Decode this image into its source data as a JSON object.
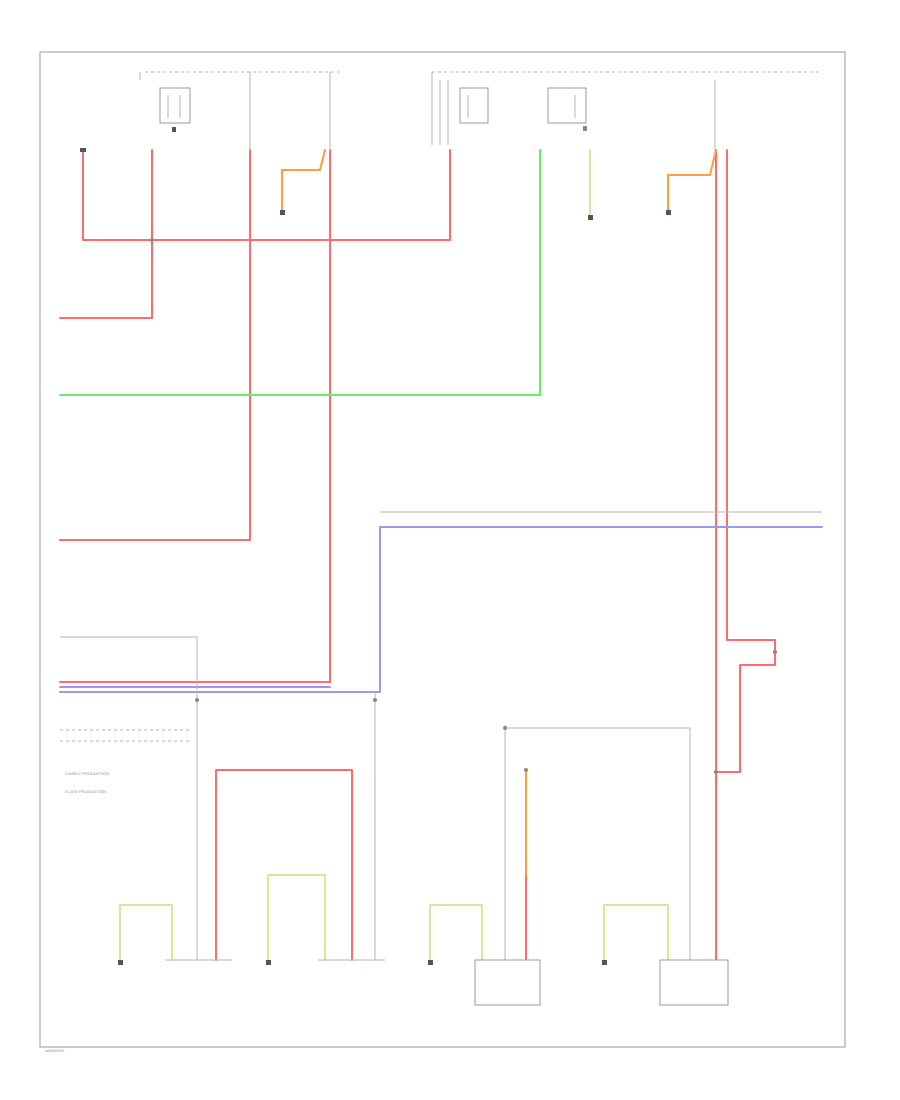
{
  "colors": {
    "red": "#ff6b6b",
    "pink": "#ff4d88",
    "green": "#66ee66",
    "orange": "#ff9d3d",
    "yellow": "#e8e09a",
    "violet": "#b08ae8",
    "blue": "#9999ee",
    "grey": "#c8c8c8",
    "frame": "#9a9a9a"
  },
  "legend": {
    "item1": "1   EARLY PRODUCTION",
    "item2": "2   LATE PRODUCTION"
  },
  "page_ref": "W0000000"
}
